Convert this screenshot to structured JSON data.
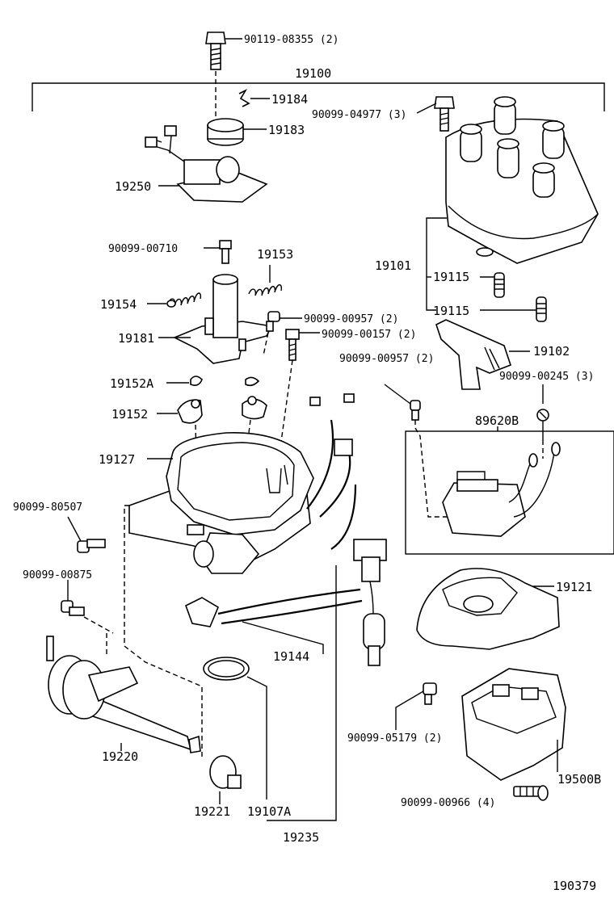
{
  "diagram_id": "190379",
  "labels": {
    "assembly_19100": "19100",
    "bolt_90119_08355": "90119-08355 (2)",
    "p19184": "19184",
    "p19183": "19183",
    "p19250": "19250",
    "bolt_90099_04977": "90099-04977 (3)",
    "p19101": "19101",
    "p19115_a": "19115",
    "p19115_b": "19115",
    "p19102": "19102",
    "screw_90099_00710": "90099-00710",
    "p19153": "19153",
    "p19154": "19154",
    "screw_90099_00957_a": "90099-00957 (2)",
    "screw_90099_00157": "90099-00157 (2)",
    "p19181": "19181",
    "p19152A": "19152A",
    "p19152": "19152",
    "screw_90099_00957_b": "90099-00957 (2)",
    "screw_90099_00245": "90099-00245 (3)",
    "p89620B": "89620B",
    "p19127": "19127",
    "bolt_90099_80507": "90099-80507",
    "bolt_90099_00875": "90099-00875",
    "p19121": "19121",
    "p19144": "19144",
    "bolt_90099_05179": "90099-05179 (2)",
    "p19220": "19220",
    "p19500B": "19500B",
    "bolt_90099_00966": "90099-00966 (4)",
    "p19221": "19221",
    "p19107A": "19107A",
    "p19235": "19235"
  }
}
